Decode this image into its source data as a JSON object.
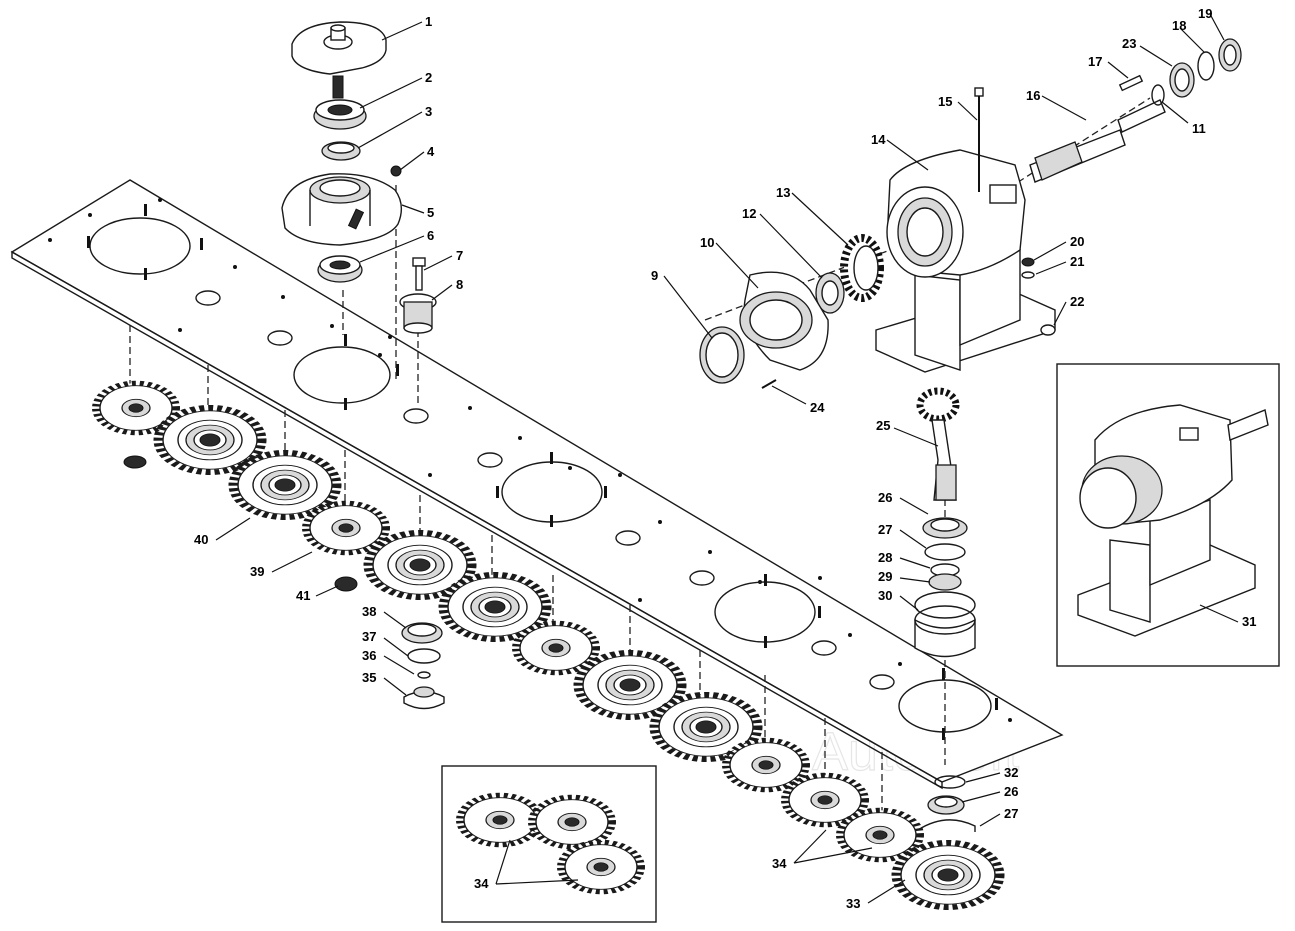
{
  "watermark": "AutoSoft",
  "labels": {
    "l1": "1",
    "l2": "2",
    "l3": "3",
    "l4": "4",
    "l5": "5",
    "l6": "6",
    "l7": "7",
    "l8": "8",
    "l9": "9",
    "l10": "10",
    "l11": "11",
    "l12": "12",
    "l13": "13",
    "l14": "14",
    "l15": "15",
    "l16": "16",
    "l17": "17",
    "l18": "18",
    "l19": "19",
    "l20": "20",
    "l21": "21",
    "l22": "22",
    "l23": "23",
    "l24": "24",
    "l25": "25",
    "l26a": "26",
    "l27a": "27",
    "l28": "28",
    "l29": "29",
    "l30": "30",
    "l31": "31",
    "l32": "32",
    "l26b": "26",
    "l27b": "27",
    "l33": "33",
    "l34a": "34",
    "l34b": "34",
    "l35": "35",
    "l36": "36",
    "l37": "37",
    "l38": "38",
    "l39": "39",
    "l40": "40",
    "l41": "41"
  }
}
